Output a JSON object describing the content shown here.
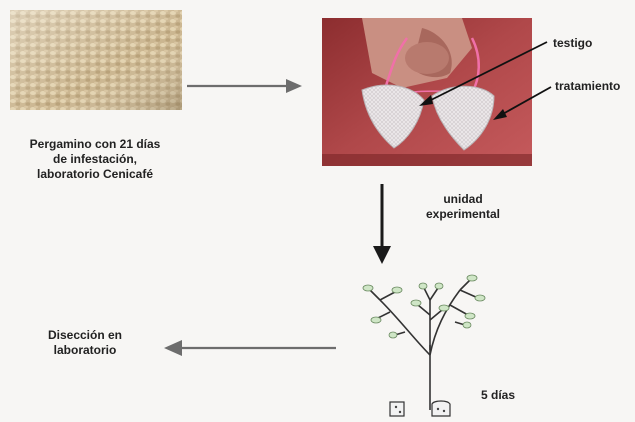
{
  "photo1_caption": [
    "Pergamino con 21 días",
    "de infestación,",
    "laboratorio Cenicafé"
  ],
  "label_testigo": "testigo",
  "label_tratamiento": "tratamiento",
  "photo2_caption": [
    "unidad",
    "experimental"
  ],
  "plant_duration": "5 días",
  "dissection_caption": [
    "Disección en",
    "laboratorio"
  ]
}
